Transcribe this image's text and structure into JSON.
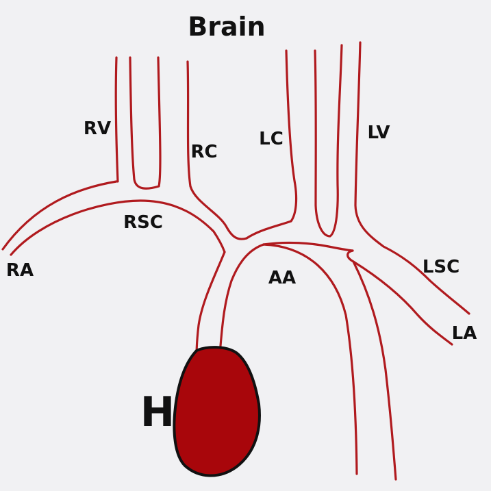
{
  "diagram": {
    "title": "Brain",
    "labels": {
      "rv": "RV",
      "rc": "RC",
      "lc": "LC",
      "lv": "LV",
      "rsc": "RSC",
      "ra": "RA",
      "aa": "AA",
      "lsc": "LSC",
      "la": "LA",
      "h": "H"
    },
    "colors": {
      "background": "#f1f1f3",
      "vessel": "#b01a1e",
      "heart_fill": "#a8060b",
      "heart_outline": "#111111",
      "text": "#111111"
    }
  }
}
